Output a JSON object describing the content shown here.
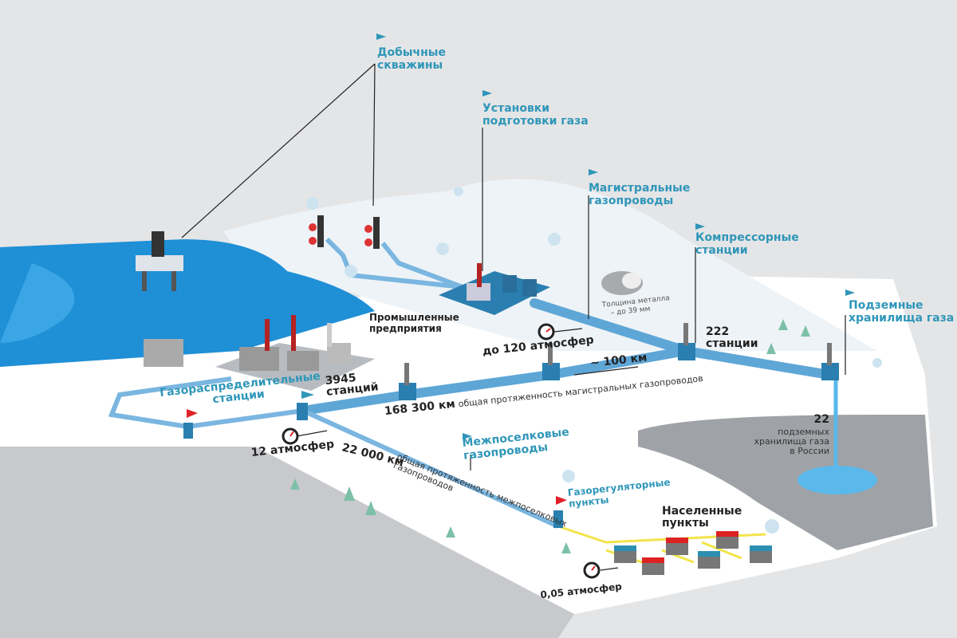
{
  "colors": {
    "label": "#2f96b8",
    "water": "#1f8fd6",
    "pipe": "#5ea6d6",
    "flag_red": "#e0222a",
    "ground": "#ffffff",
    "background": "#e4e5e7"
  },
  "labels": {
    "wells": [
      "Добычные",
      "скважины"
    ],
    "treatment": [
      "Установки",
      "подготовки газа"
    ],
    "mains": [
      "Магистральные",
      "газопроводы"
    ],
    "compressor": [
      "Компрессорные",
      "станции"
    ],
    "storage": [
      "Подземные",
      "хранилища газа"
    ],
    "distribution": [
      "Газораспределительные",
      "станции"
    ],
    "intersettlement": [
      "Межпоселковые",
      "газопроводы"
    ],
    "regulator": [
      "Газорегуляторные",
      "пункты"
    ],
    "industry": [
      "Промышленные",
      "предприятия"
    ],
    "settlements": [
      "Населенные",
      "пункты"
    ]
  },
  "stats": {
    "stations_3945": [
      "3945",
      "станций"
    ],
    "pressure_120": "до 120 атмосфер",
    "distance": "~ 100 км",
    "stations_222": [
      "222",
      "станции"
    ],
    "mains_length_value": "168 300 км",
    "mains_length_text": "общая протяженность магистральных газопроводов",
    "pressure_12": "12 атмосфер",
    "inter_length_value": "22 000 км",
    "inter_length_text": [
      "общая протяженность межпоселковых",
      "газопроводов"
    ],
    "metal": [
      "Толщина металла",
      "– до 39 мм"
    ],
    "storage_count": [
      "22",
      "подземных",
      "хранилища газа",
      "в России"
    ],
    "pressure_005": "0,05 атмосфер"
  }
}
